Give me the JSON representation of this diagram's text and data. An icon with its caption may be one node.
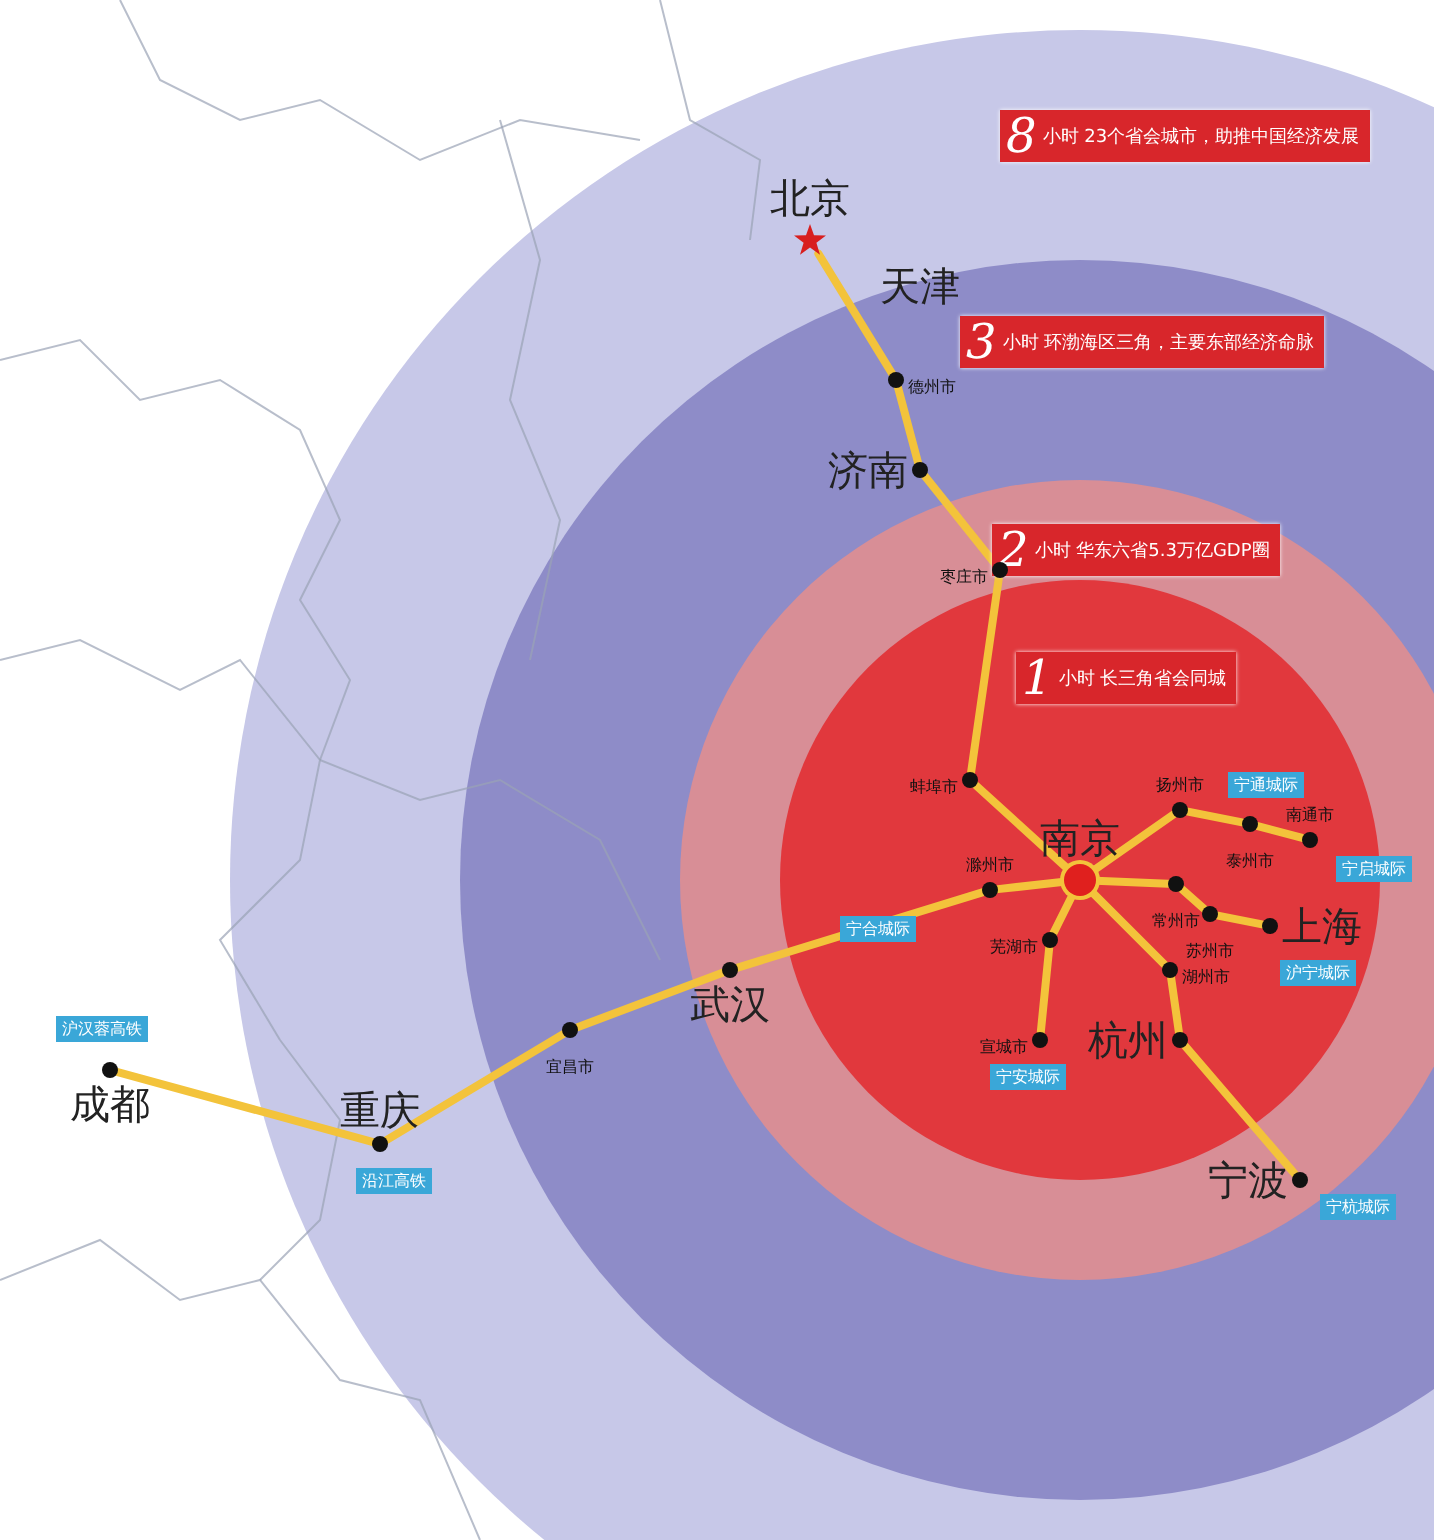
{
  "diagram": {
    "nodes": [
      {
        "text": [
          "8",
          "小时 23个省会城市，助推中国经济发展"
        ]
      },
      {
        "text": [
          "3",
          "小时 环渤海区三角，主要东部经济命脉"
        ],
        "in": 0
      },
      {
        "text": [
          "2",
          "小时 华东六省5.3万亿GDP圈"
        ],
        "in": 1
      },
      {
        "text": [
          "1",
          "小时 长三角省会同城"
        ],
        "in": 2
      },
      {
        "text": [
          "北京"
        ],
        "in": 0
      },
      {
        "text": [
          "德州市"
        ],
        "in": 1
      },
      {
        "text": [
          "济南"
        ],
        "in": 1
      },
      {
        "text": [
          "枣庄市"
        ],
        "in": 2
      },
      {
        "text": [
          "蚌埠市"
        ],
        "in": 3
      },
      {
        "text": [
          "南京"
        ],
        "in": 3
      },
      {
        "text": [
          "滁州市"
        ],
        "in": 3
      },
      {
        "text": [
          "武汉"
        ],
        "in": 2
      },
      {
        "text": [
          "宜昌市"
        ],
        "in": 1
      },
      {
        "text": [
          "重庆"
        ],
        "in": 0
      },
      {
        "text": [
          "成都"
        ]
      },
      {
        "text": [
          "芜湖市"
        ],
        "in": 3
      },
      {
        "text": [
          "宣城市"
        ],
        "in": 3
      },
      {
        "text": [
          "扬州市"
        ],
        "in": 3
      },
      {
        "text": [
          "泰州市"
        ],
        "in": 3
      },
      {
        "text": [
          "南通市"
        ],
        "in": 3
      },
      {
        "text": [
          "常州市"
        ],
        "in": 3
      },
      {
        "text": [
          "苏州市"
        ],
        "in": 3
      },
      {
        "text": [
          "上海"
        ],
        "in": 3
      },
      {
        "text": [
          "湖州市"
        ],
        "in": 3
      },
      {
        "text": [
          "杭州"
        ],
        "in": 3
      },
      {
        "text": [
          "宁波"
        ],
        "in": 2
      }
    ],
    "edges": [
      {
        "from": 4,
        "to": 5,
        "arrow": "none"
      },
      {
        "from": 5,
        "to": 6,
        "arrow": "none"
      },
      {
        "from": 6,
        "to": 7,
        "arrow": "none"
      },
      {
        "from": 7,
        "to": 8,
        "arrow": "none"
      },
      {
        "from": 8,
        "to": 9,
        "arrow": "none"
      },
      {
        "from": 9,
        "to": 10,
        "arrow": "none"
      },
      {
        "from": 10,
        "to": 11,
        "arrow": "none"
      },
      {
        "from": 11,
        "to": 12,
        "arrow": "none"
      },
      {
        "from": 12,
        "to": 13,
        "arrow": "none"
      },
      {
        "from": 13,
        "to": 14,
        "arrow": "none"
      },
      {
        "from": 9,
        "to": 15,
        "arrow": "none"
      },
      {
        "from": 15,
        "to": 16,
        "arrow": "none"
      },
      {
        "from": 9,
        "to": 17,
        "arrow": "none"
      },
      {
        "from": 17,
        "to": 18,
        "arrow": "none"
      },
      {
        "from": 18,
        "to": 19,
        "arrow": "none"
      },
      {
        "from": 9,
        "to": 20,
        "arrow": "none"
      },
      {
        "from": 20,
        "to": 21,
        "arrow": "none"
      },
      {
        "from": 21,
        "to": 22,
        "arrow": "none"
      },
      {
        "from": 9,
        "to": 23,
        "arrow": "none"
      },
      {
        "from": 23,
        "to": 24,
        "arrow": "none"
      },
      {
        "from": 24,
        "to": 25,
        "arrow": "none"
      }
    ],
    "labels": [
      "天津",
      "沪汉蓉高铁",
      "沿江高铁",
      "宁合城际",
      "宁安城际",
      "宁通城际",
      "宁启城际",
      "沪宁城际",
      "宁杭城际"
    ]
  }
}
